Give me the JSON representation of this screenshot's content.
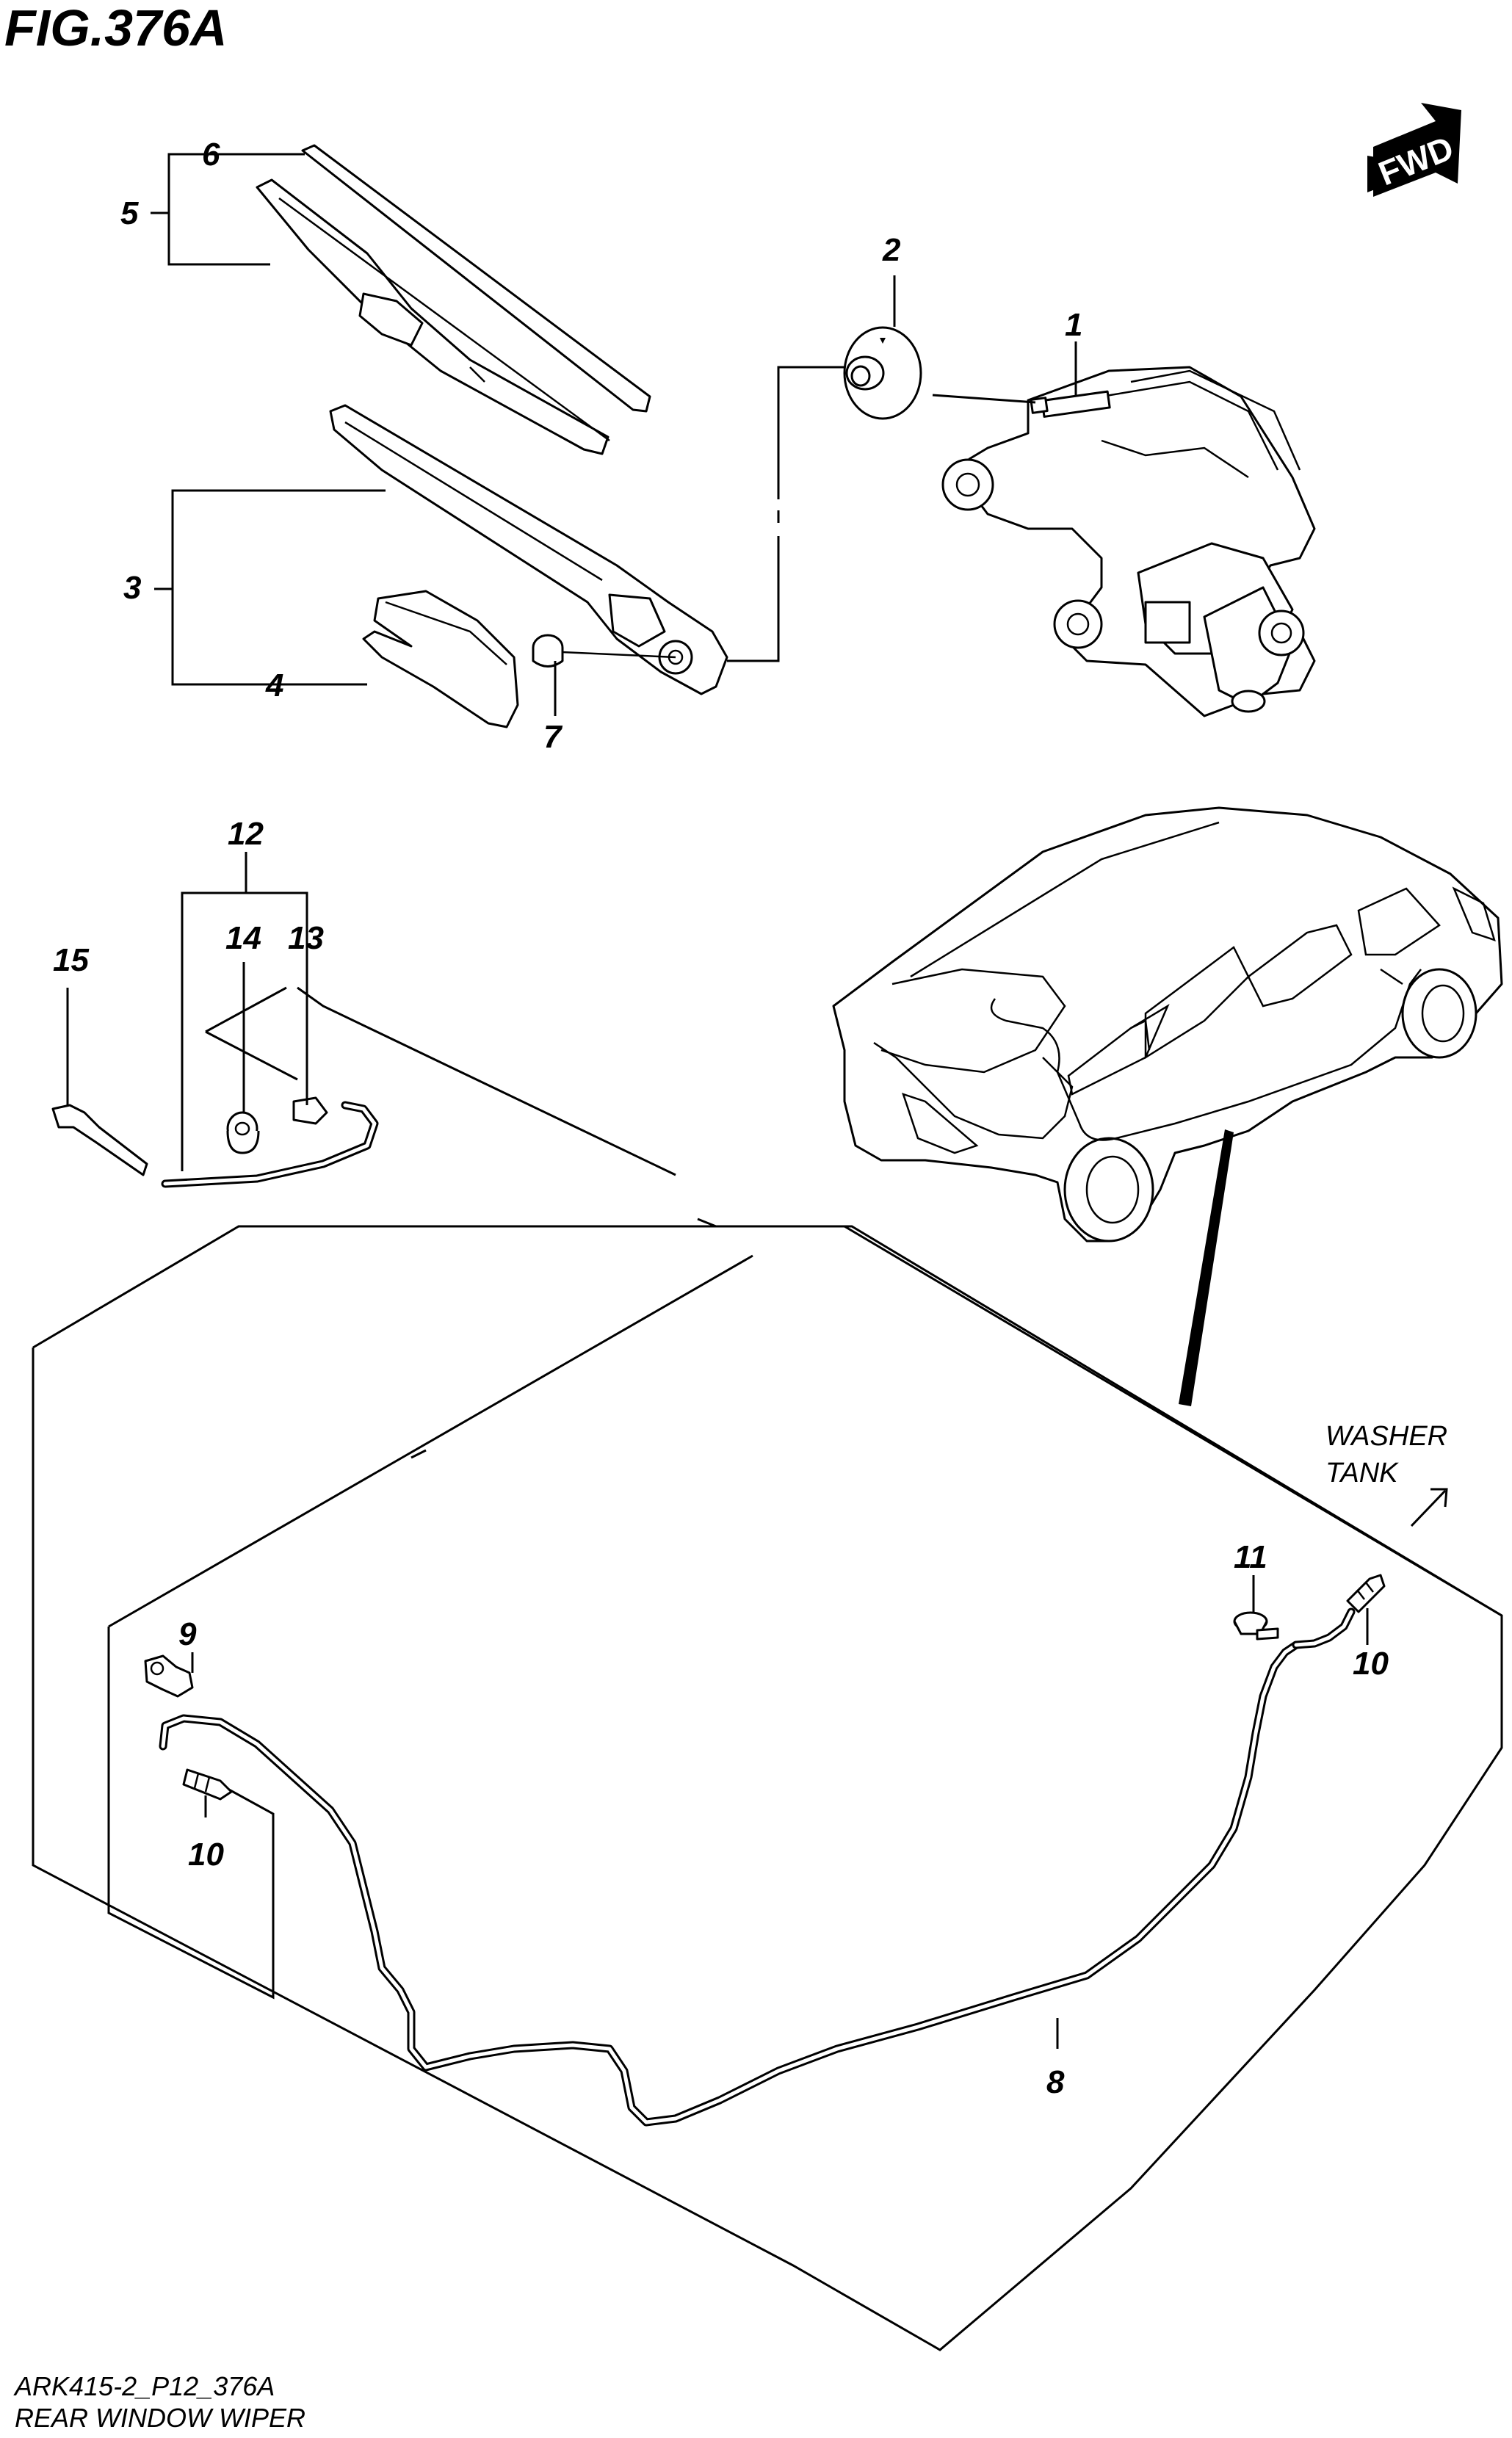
{
  "figure": {
    "title": "FIG.376A",
    "code": "ARK415-2_P12_376A",
    "name": "REAR WINDOW WIPER"
  },
  "orientation": {
    "label": "FWD"
  },
  "notes": {
    "washer_line1": "WASHER",
    "washer_line2": "TANK"
  },
  "callouts": {
    "c1": "1",
    "c2": "2",
    "c3": "3",
    "c4": "4",
    "c5": "5",
    "c6": "6",
    "c7": "7",
    "c8": "8",
    "c9": "9",
    "c10a": "10",
    "c10b": "10",
    "c11": "11",
    "c12": "12",
    "c13": "13",
    "c14": "14",
    "c15": "15"
  }
}
